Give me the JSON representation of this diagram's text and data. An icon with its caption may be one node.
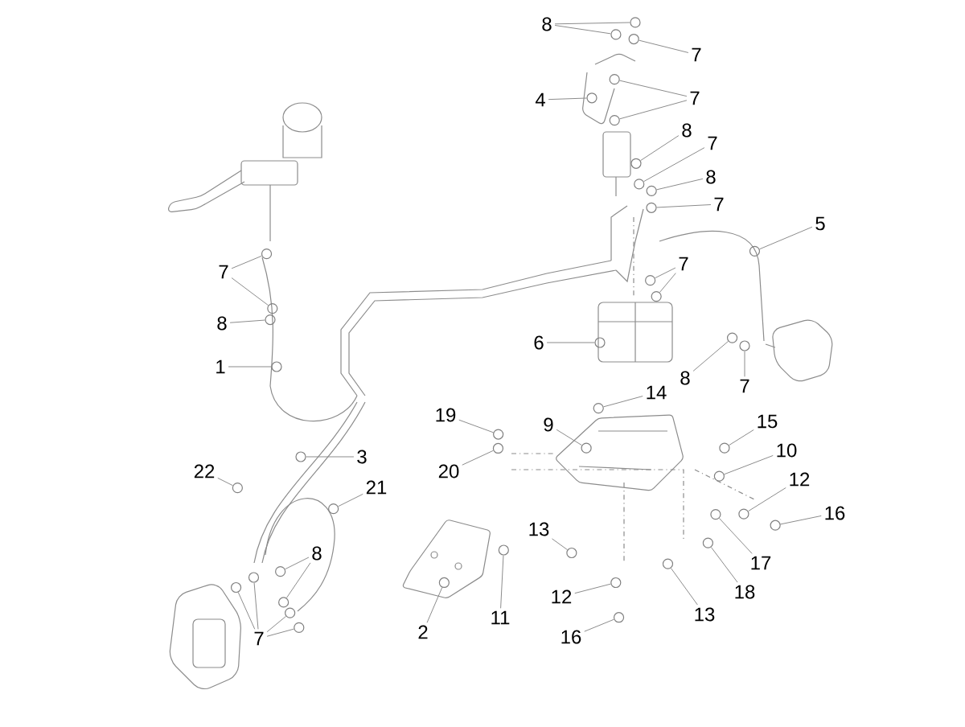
{
  "diagram": {
    "nodes": [
      {
        "text": [
          "8"
        ]
      },
      {
        "text": [
          "7"
        ]
      },
      {
        "text": [
          "4"
        ]
      },
      {
        "text": [
          "7"
        ]
      },
      {
        "text": [
          "8"
        ]
      },
      {
        "text": [
          "7"
        ]
      },
      {
        "text": [
          "8"
        ]
      },
      {
        "text": [
          "7"
        ]
      },
      {
        "text": [
          "5"
        ]
      },
      {
        "text": [
          "7"
        ]
      },
      {
        "text": [
          "7"
        ]
      },
      {
        "text": [
          "8"
        ]
      },
      {
        "text": [
          "6"
        ]
      },
      {
        "text": [
          "1"
        ]
      },
      {
        "text": [
          "8"
        ]
      },
      {
        "text": [
          "7"
        ]
      },
      {
        "text": [
          "14"
        ]
      },
      {
        "text": [
          "19"
        ]
      },
      {
        "text": [
          "15"
        ]
      },
      {
        "text": [
          "9"
        ]
      },
      {
        "text": [
          "10"
        ]
      },
      {
        "text": [
          "3"
        ]
      },
      {
        "text": [
          "22"
        ]
      },
      {
        "text": [
          "20"
        ]
      },
      {
        "text": [
          "12"
        ]
      },
      {
        "text": [
          "21"
        ]
      },
      {
        "text": [
          "16"
        ]
      },
      {
        "text": [
          "13"
        ]
      },
      {
        "text": [
          "8"
        ]
      },
      {
        "text": [
          "17"
        ]
      },
      {
        "text": [
          "18"
        ]
      },
      {
        "text": [
          "12"
        ]
      },
      {
        "text": [
          "11"
        ]
      },
      {
        "text": [
          "13"
        ]
      },
      {
        "text": [
          "2"
        ]
      },
      {
        "text": [
          "16"
        ]
      },
      {
        "text": [
          "7"
        ]
      },
      {
        "text": [],
        "shape": "circle"
      },
      {
        "text": [],
        "shape": "circle"
      },
      {
        "text": [],
        "shape": "circle"
      },
      {
        "text": [],
        "shape": "circle"
      },
      {
        "text": [],
        "shape": "circle"
      },
      {
        "text": [],
        "shape": "circle"
      },
      {
        "text": [],
        "shape": "circle"
      },
      {
        "text": [],
        "shape": "circle"
      },
      {
        "text": [],
        "shape": "circle"
      },
      {
        "text": [],
        "shape": "circle"
      },
      {
        "text": [],
        "shape": "circle"
      },
      {
        "text": [],
        "shape": "circle"
      },
      {
        "text": [],
        "shape": "circle"
      },
      {
        "text": [],
        "shape": "circle"
      },
      {
        "text": [],
        "shape": "circle"
      },
      {
        "text": [],
        "shape": "circle"
      },
      {
        "text": [],
        "shape": "circle"
      },
      {
        "text": [],
        "shape": "circle"
      },
      {
        "text": [],
        "shape": "circle"
      },
      {
        "text": [],
        "shape": "circle"
      },
      {
        "text": [],
        "shape": "circle"
      },
      {
        "text": [],
        "shape": "circle"
      },
      {
        "text": [],
        "shape": "circle"
      },
      {
        "text": [],
        "shape": "circle"
      },
      {
        "text": [],
        "shape": "circle"
      },
      {
        "text": [],
        "shape": "circle"
      },
      {
        "text": [],
        "shape": "circle"
      },
      {
        "text": [],
        "shape": "circle"
      },
      {
        "text": [],
        "shape": "circle"
      },
      {
        "text": [],
        "shape": "circle"
      },
      {
        "text": [],
        "shape": "circle"
      },
      {
        "text": [],
        "shape": "circle"
      },
      {
        "text": [],
        "shape": "circle"
      },
      {
        "text": [],
        "shape": "circle"
      },
      {
        "text": [],
        "shape": "circle"
      },
      {
        "text": [],
        "shape": "circle"
      },
      {
        "text": [],
        "shape": "circle"
      },
      {
        "text": [],
        "shape": "circle"
      },
      {
        "text": [],
        "shape": "circle"
      },
      {
        "text": [],
        "shape": "circle"
      },
      {
        "text": [],
        "shape": "circle"
      },
      {
        "text": [],
        "shape": "circle"
      },
      {
        "text": [],
        "shape": "circle"
      },
      {
        "text": [],
        "shape": "circle"
      },
      {
        "text": [],
        "shape": "circle"
      }
    ],
    "edges": [
      {
        "from": 0,
        "to": 37,
        "arrow": "none"
      },
      {
        "from": 0,
        "to": 38,
        "arrow": "none"
      },
      {
        "from": 1,
        "to": 39,
        "arrow": "none"
      },
      {
        "from": 2,
        "to": 40,
        "arrow": "none"
      },
      {
        "from": 3,
        "to": 41,
        "arrow": "none"
      },
      {
        "from": 3,
        "to": 42,
        "arrow": "none"
      },
      {
        "from": 4,
        "to": 43,
        "arrow": "none"
      },
      {
        "from": 5,
        "to": 44,
        "arrow": "none"
      },
      {
        "from": 6,
        "to": 45,
        "arrow": "none"
      },
      {
        "from": 7,
        "to": 46,
        "arrow": "none"
      },
      {
        "from": 8,
        "to": 47,
        "arrow": "none"
      },
      {
        "from": 9,
        "to": 48,
        "arrow": "none"
      },
      {
        "from": 9,
        "to": 49,
        "arrow": "none"
      },
      {
        "from": 10,
        "to": 50,
        "arrow": "none"
      },
      {
        "from": 10,
        "to": 51,
        "arrow": "none"
      },
      {
        "from": 11,
        "to": 52,
        "arrow": "none"
      },
      {
        "from": 12,
        "to": 53,
        "arrow": "none"
      },
      {
        "from": 13,
        "to": 54,
        "arrow": "none"
      },
      {
        "from": 14,
        "to": 55,
        "arrow": "none"
      },
      {
        "from": 15,
        "to": 56,
        "arrow": "none"
      },
      {
        "from": 16,
        "to": 57,
        "arrow": "none"
      },
      {
        "from": 17,
        "to": 58,
        "arrow": "none"
      },
      {
        "from": 18,
        "to": 59,
        "arrow": "none"
      },
      {
        "from": 19,
        "to": 60,
        "arrow": "none"
      },
      {
        "from": 20,
        "to": 61,
        "arrow": "none"
      },
      {
        "from": 21,
        "to": 62,
        "arrow": "none"
      },
      {
        "from": 22,
        "to": 63,
        "arrow": "none"
      },
      {
        "from": 23,
        "to": 64,
        "arrow": "none"
      },
      {
        "from": 24,
        "to": 65,
        "arrow": "none"
      },
      {
        "from": 25,
        "to": 66,
        "arrow": "none"
      },
      {
        "from": 26,
        "to": 67,
        "arrow": "none"
      },
      {
        "from": 27,
        "to": 68,
        "arrow": "none"
      },
      {
        "from": 28,
        "to": 69,
        "arrow": "none"
      },
      {
        "from": 28,
        "to": 70,
        "arrow": "none"
      },
      {
        "from": 29,
        "to": 71,
        "arrow": "none"
      },
      {
        "from": 30,
        "to": 72,
        "arrow": "none"
      },
      {
        "from": 31,
        "to": 73,
        "arrow": "none"
      },
      {
        "from": 32,
        "to": 74,
        "arrow": "none"
      },
      {
        "from": 33,
        "to": 75,
        "arrow": "none"
      },
      {
        "from": 34,
        "to": 76,
        "arrow": "none"
      },
      {
        "from": 35,
        "to": 77,
        "arrow": "none"
      },
      {
        "from": 36,
        "to": 78,
        "arrow": "none"
      },
      {
        "from": 36,
        "to": 79,
        "arrow": "none"
      },
      {
        "from": 36,
        "to": 80,
        "arrow": "none"
      },
      {
        "from": 36,
        "to": 81,
        "arrow": "none"
      }
    ]
  }
}
